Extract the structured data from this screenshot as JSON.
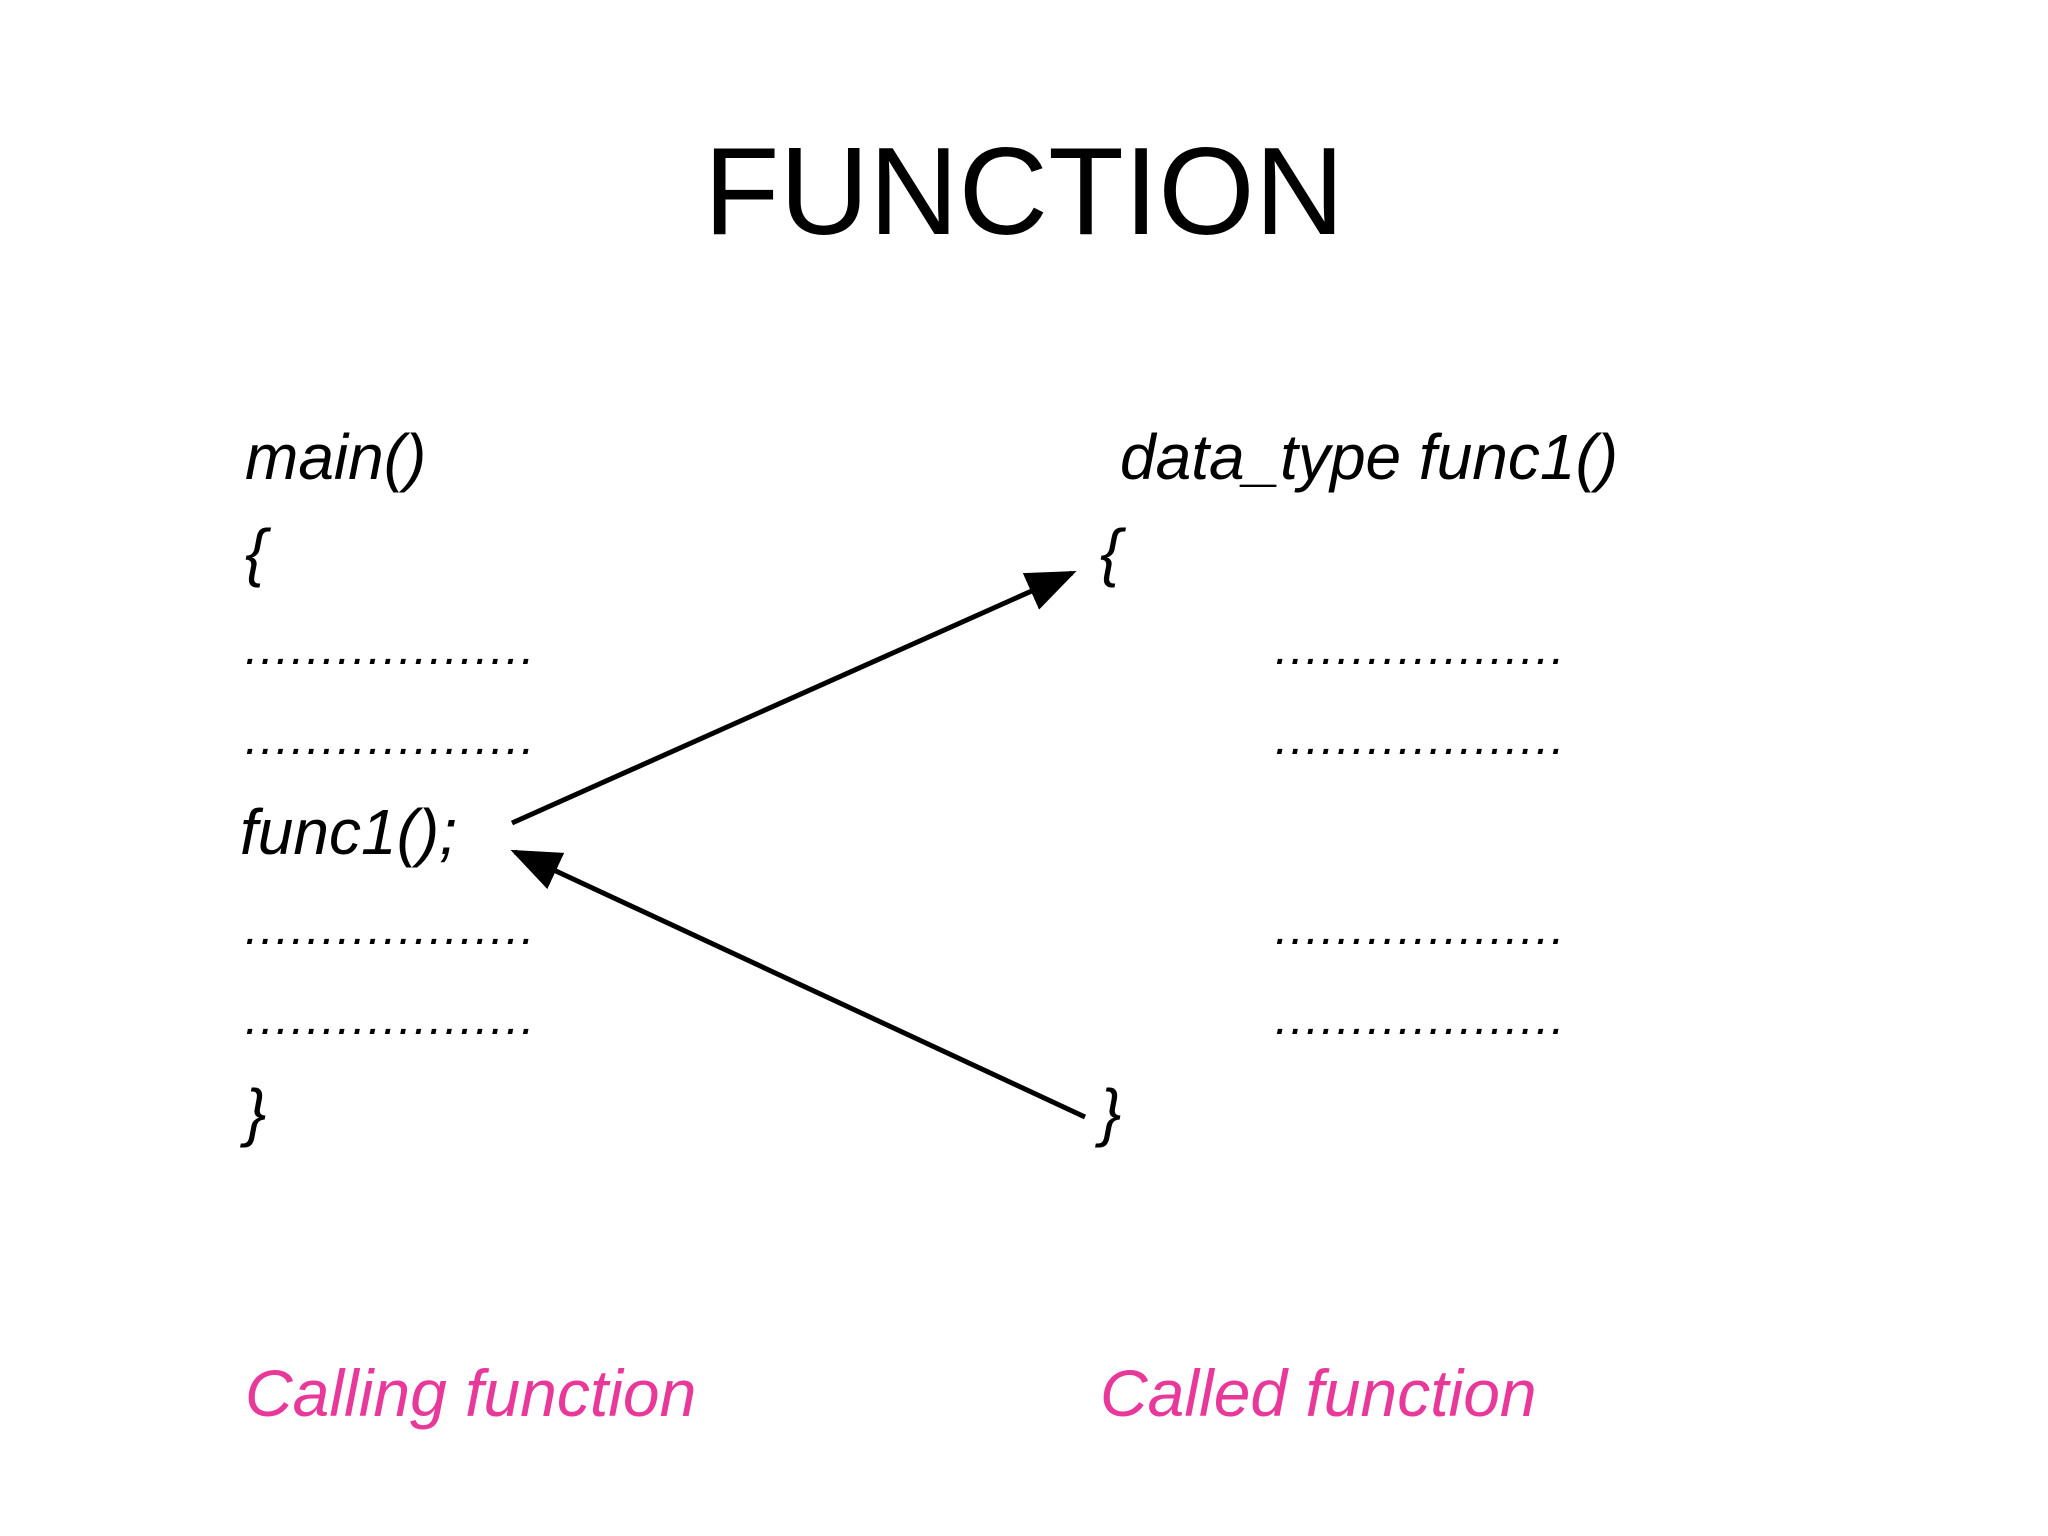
{
  "slide": {
    "title": "FUNCTION",
    "accent_color": "#E8389A"
  },
  "calling": {
    "header": "main()",
    "open_brace": "{",
    "line1": "...................",
    "line2": "...................",
    "call": "func1();",
    "line3": "...................",
    "line4": "...................",
    "close_brace": "}",
    "caption": "Calling function"
  },
  "called": {
    "header": "data_type func1()",
    "open_brace": "{",
    "line1": "...................",
    "line2": "...................",
    "line3": "...................",
    "line4": "...................",
    "close_brace": "}",
    "caption": "Called function"
  }
}
